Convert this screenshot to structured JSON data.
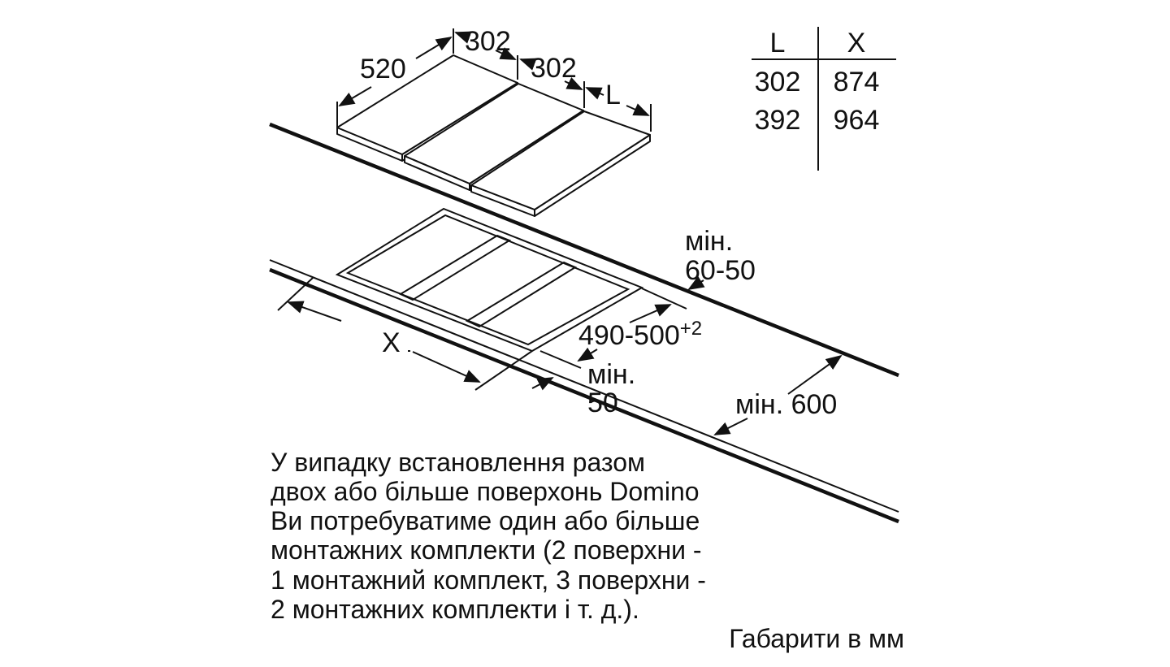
{
  "dimensions": {
    "depth": "520",
    "width_1": "302",
    "width_2": "302",
    "width_var": "L",
    "cutout_width": "X",
    "cutout_depth": "490-500",
    "cutout_depth_tol": "+2",
    "back_min_label": "мін.",
    "back_min_value": "60-50",
    "front_min_label": "мін.",
    "front_min_value": "50",
    "worktop_min": "мін. 600"
  },
  "table": {
    "headers": [
      "L",
      "X"
    ],
    "rows": [
      [
        "302",
        "874"
      ],
      [
        "392",
        "964"
      ]
    ]
  },
  "note_lines": [
    "У випадку встановлення разом",
    "двох або більше поверхонь Domino",
    "Ви потребуватиме один або більше",
    "монтажних комплекти (2 поверхни -",
    "1 монтажний комплект, 3 поверхни -",
    "2 монтажних комплекти і т. д.)."
  ],
  "units_note": "Габарити в мм"
}
